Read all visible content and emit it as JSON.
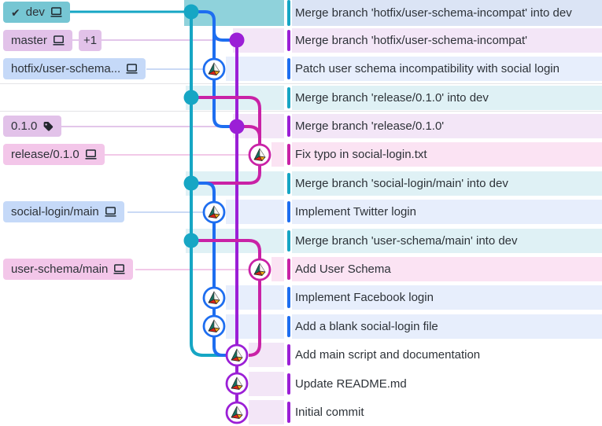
{
  "app": "git graph panel",
  "colors": {
    "teal": "#16a6c4",
    "blue": "#1e6ef0",
    "purple": "#9b1fd6",
    "magenta": "#c922a6",
    "head-banner": "#8fd2db",
    "head-pill": "#76c6d3",
    "tint-teal": "#dff1f5",
    "tint-blue": "#e7eefc",
    "tint-purple": "#f3e6f7",
    "tint-pink": "#fbe3f3",
    "pill-blue": "#c5d9f8",
    "pill-purple": "#e2c2e9",
    "pill-pink": "#f3c6e9",
    "conn-blue": "#b9cdf2",
    "conn-purple": "#dab3e4",
    "conn-pink": "#eeb7e0",
    "selected-row": "#dbe4f5",
    "text": "#2d3238",
    "separator": "#e4e4e7",
    "avatar-teal-face": "#17705f",
    "avatar-red-face": "#e02419",
    "avatar-yellow-face": "#f0a414",
    "avatar-light-face": "#f5f4f0"
  },
  "refs": [
    {
      "name": "dev",
      "type": "local-branch",
      "checked_out": true,
      "check_glyph": "✔",
      "icon": "laptop-icon"
    },
    {
      "name": "master",
      "type": "local-branch",
      "icon": "laptop-icon",
      "hidden_refs_badge": "+1"
    },
    {
      "name": "hotfix/user-schema...",
      "type": "local-branch",
      "icon": "laptop-icon"
    },
    {
      "name": "0.1.0",
      "type": "tag",
      "icon": "tag-icon"
    },
    {
      "name": "release/0.1.0",
      "type": "local-branch",
      "icon": "laptop-icon"
    },
    {
      "name": "social-login/main",
      "type": "local-branch",
      "icon": "laptop-icon"
    },
    {
      "name": "user-schema/main",
      "type": "local-branch",
      "icon": "laptop-icon"
    }
  ],
  "commits": [
    {
      "message": "Merge branch 'hotfix/user-schema-incompat' into dev",
      "branch_color": "teal",
      "selected": true
    },
    {
      "message": "Merge branch 'hotfix/user-schema-incompat'",
      "branch_color": "purple"
    },
    {
      "message": "Patch user schema incompatibility with social login",
      "branch_color": "blue"
    },
    {
      "message": "Merge branch 'release/0.1.0' into dev",
      "branch_color": "teal"
    },
    {
      "message": "Merge branch 'release/0.1.0'",
      "branch_color": "purple"
    },
    {
      "message": "Fix typo in social-login.txt",
      "branch_color": "magenta"
    },
    {
      "message": "Merge branch 'social-login/main' into dev",
      "branch_color": "teal"
    },
    {
      "message": "Implement Twitter login",
      "branch_color": "blue"
    },
    {
      "message": "Merge branch 'user-schema/main' into dev",
      "branch_color": "teal"
    },
    {
      "message": "Add User Schema",
      "branch_color": "magenta"
    },
    {
      "message": "Implement Facebook login",
      "branch_color": "blue"
    },
    {
      "message": "Add a blank social-login file",
      "branch_color": "blue"
    },
    {
      "message": "Add main script and documentation",
      "branch_color": "purple"
    },
    {
      "message": "Update README.md",
      "branch_color": "purple"
    },
    {
      "message": "Initial commit",
      "branch_color": "purple"
    }
  ]
}
